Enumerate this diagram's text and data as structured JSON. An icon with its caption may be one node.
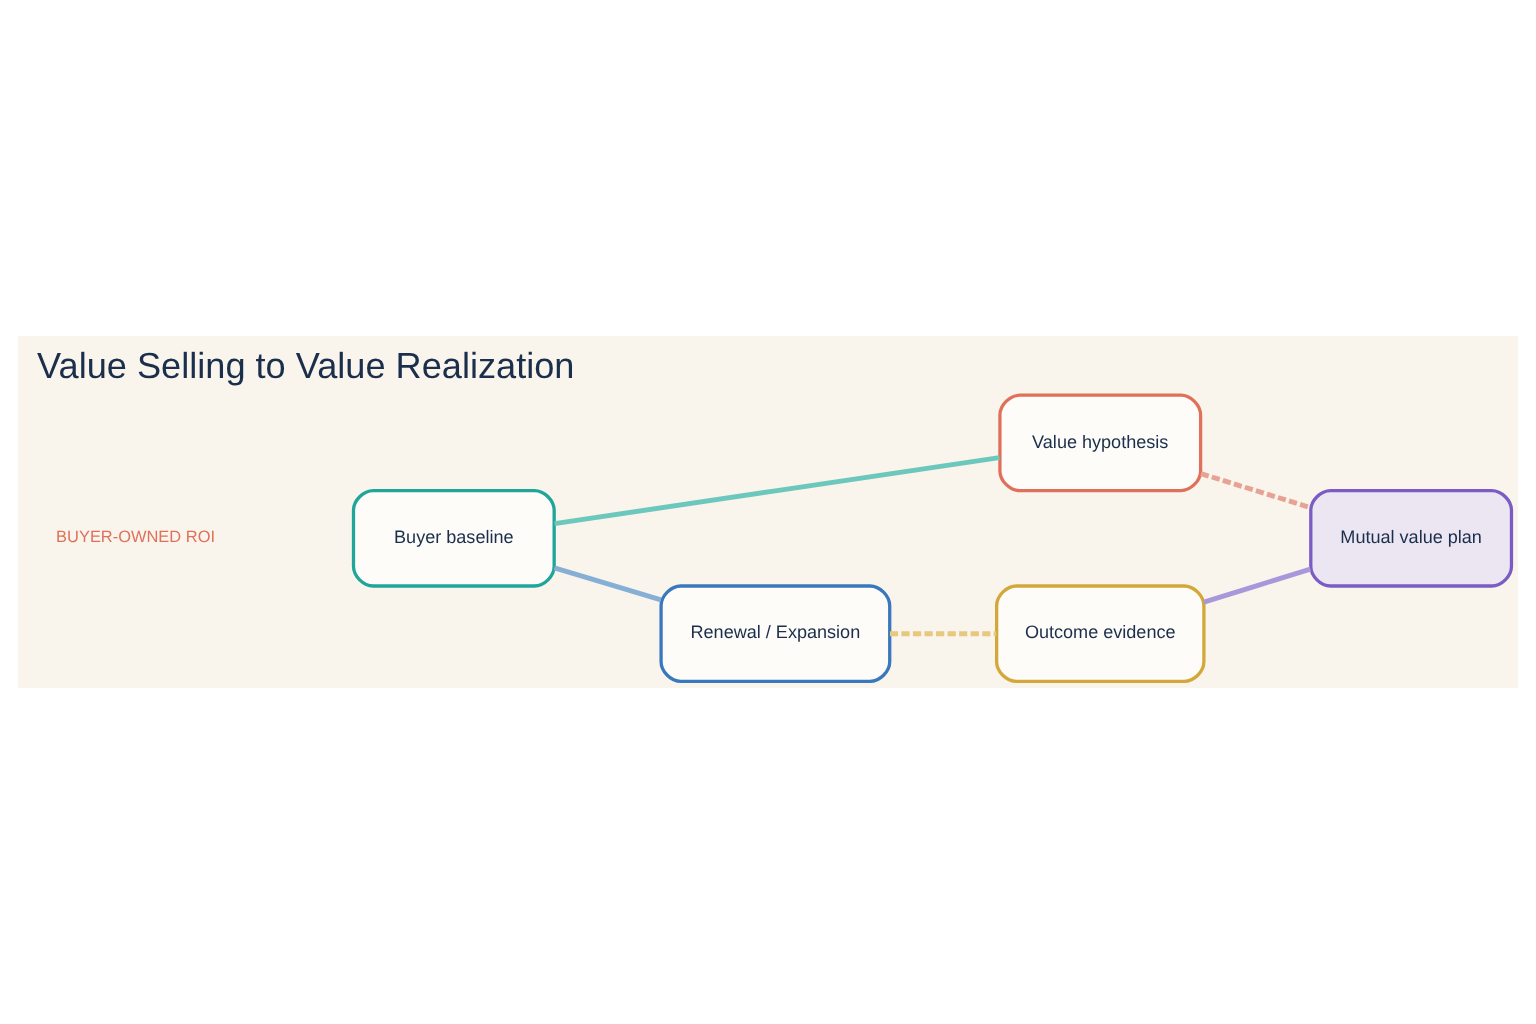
{
  "diagram": {
    "title": "Value Selling to Value Realization",
    "nodes": [
      {
        "text": [
          "Buyer baseline"
        ]
      },
      {
        "text": [
          "Value hypothesis"
        ]
      },
      {
        "text": [
          "Mutual value plan"
        ]
      },
      {
        "text": [
          "Renewal / Expansion"
        ]
      },
      {
        "text": [
          "Outcome evidence"
        ]
      }
    ],
    "edges": [
      {
        "from": 0,
        "to": 1,
        "arrow": "none",
        "color": "#6cc7bd"
      },
      {
        "from": 1,
        "to": 2,
        "arrow": "none",
        "style": "dashed",
        "color": "#e8a293"
      },
      {
        "from": 4,
        "to": 2,
        "arrow": "none",
        "color": "#a898db"
      },
      {
        "from": 3,
        "to": 4,
        "arrow": "none",
        "style": "dashed",
        "color": "#e8c77e"
      },
      {
        "from": 0,
        "to": 3,
        "arrow": "none",
        "color": "#86afd6"
      }
    ],
    "labels": [
      "BUYER-OWNED ROI"
    ]
  }
}
